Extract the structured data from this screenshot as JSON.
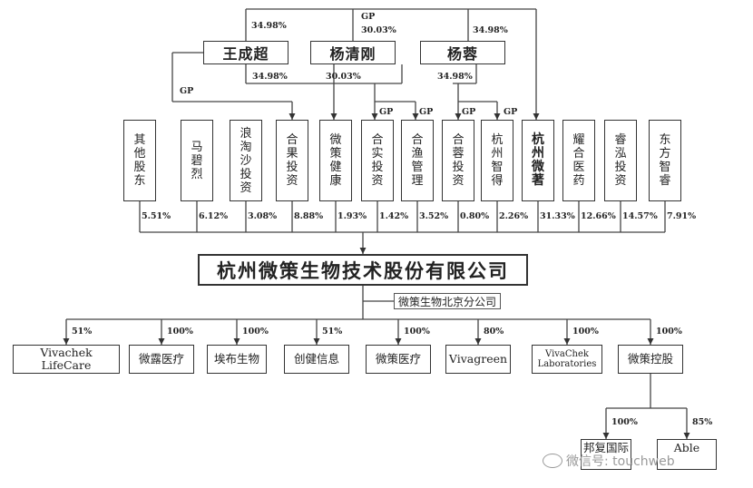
{
  "shareholders_top": [
    {
      "name": "王成超"
    },
    {
      "name": "杨清刚"
    },
    {
      "name": "杨蓉"
    }
  ],
  "holders": [
    {
      "name": "其他股东",
      "pct": "5.51%"
    },
    {
      "name": "马碧烈",
      "pct": "6.12%"
    },
    {
      "name": "浪淘沙投资",
      "pct": "3.08%"
    },
    {
      "name": "合果投资",
      "pct": "8.88%"
    },
    {
      "name": "微策健康",
      "pct": "1.93%"
    },
    {
      "name": "合实投资",
      "pct": "1.42%"
    },
    {
      "name": "合渔管理",
      "pct": "3.52%"
    },
    {
      "name": "合蓉投资",
      "pct": "0.80%"
    },
    {
      "name": "杭州智得",
      "pct": "2.26%"
    },
    {
      "name": "杭州微著",
      "pct": "31.33%"
    },
    {
      "name": "耀合医药",
      "pct": "12.66%"
    },
    {
      "name": "睿泓投资",
      "pct": "14.57%"
    },
    {
      "name": "东方智睿",
      "pct": "7.91%"
    }
  ],
  "top_labels": {
    "wang_to_weizhu": "34.98%",
    "gp_top": "GP",
    "yang_qg_to_weizhu": "30.03%",
    "yang_rong_to_weizhu": "34.98%",
    "wang_to_heguo_gp": "GP",
    "wang_to_heguo": "34.98%",
    "yang_qg_to_weice": "30.03%",
    "yang_rong_to_hemei": "34.98%",
    "gp_heshi": "GP",
    "gp_heyu": "GP",
    "gp_herong": "GP",
    "gp_zhide": "GP"
  },
  "company": {
    "name": "杭州微策生物技术股份有限公司"
  },
  "branch": {
    "name": "微策生物北京分公司"
  },
  "subsidiaries": [
    {
      "name": "Vivachek LifeCare",
      "pct": "51%"
    },
    {
      "name": "微露医疗",
      "pct": "100%"
    },
    {
      "name": "埃布生物",
      "pct": "100%"
    },
    {
      "name": "创健信息",
      "pct": "51%"
    },
    {
      "name": "微策医疗",
      "pct": "100%"
    },
    {
      "name": "Vivagreen",
      "pct": "80%"
    },
    {
      "name": "VivaChek Laboratories",
      "pct": "100%"
    },
    {
      "name": "微策控股",
      "pct": "100%"
    }
  ],
  "second_level": [
    {
      "name": "邦复国际",
      "pct": "100%"
    },
    {
      "name": "Able",
      "pct": "85%"
    }
  ],
  "watermark": {
    "text": "微信号: touchweb"
  }
}
